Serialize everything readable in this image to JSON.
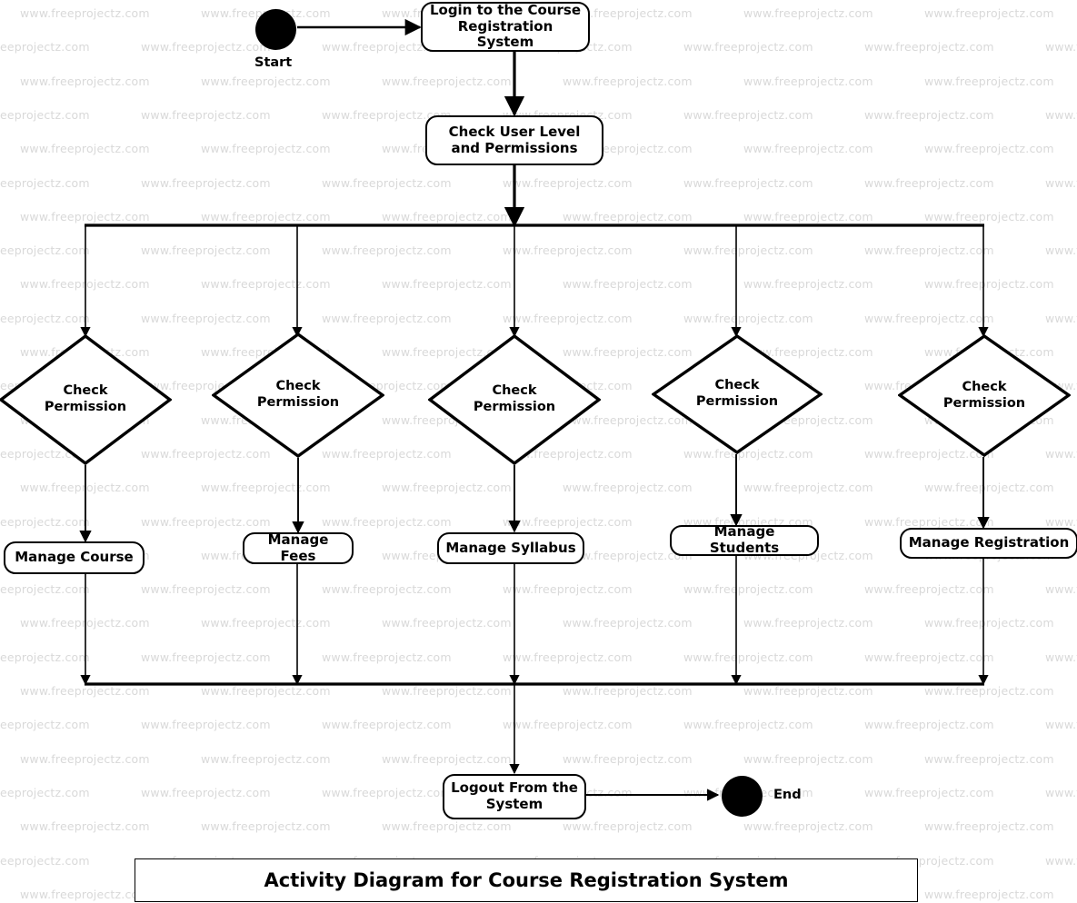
{
  "diagram": {
    "caption": "Activity Diagram for Course Registration System",
    "watermark_text": "www.freeprojectz.com",
    "colors": {
      "stroke": "#000000",
      "fill": "#ffffff",
      "watermark": "#d9d9d9"
    },
    "start": {
      "label": "Start"
    },
    "end": {
      "label": "End"
    },
    "activities": {
      "login": "Login to the Course Registration System",
      "check_user": "Check User Level and Permissions",
      "manage_course": "Manage Course",
      "manage_fees": "Manage Fees",
      "manage_syllabus": "Manage Syllabus",
      "manage_students": "Manage Students",
      "manage_registration": "Manage Registration",
      "logout": "Logout From the System"
    },
    "decisions": [
      {
        "id": "check-permission-1",
        "label_line1": "Check",
        "label_line2": "Permission"
      },
      {
        "id": "check-permission-2",
        "label_line1": "Check",
        "label_line2": "Permission"
      },
      {
        "id": "check-permission-3",
        "label_line1": "Check",
        "label_line2": "Permission"
      },
      {
        "id": "check-permission-4",
        "label_line1": "Check",
        "label_line2": "Permission"
      },
      {
        "id": "check-permission-5",
        "label_line1": "Check",
        "label_line2": "Permission"
      }
    ]
  }
}
